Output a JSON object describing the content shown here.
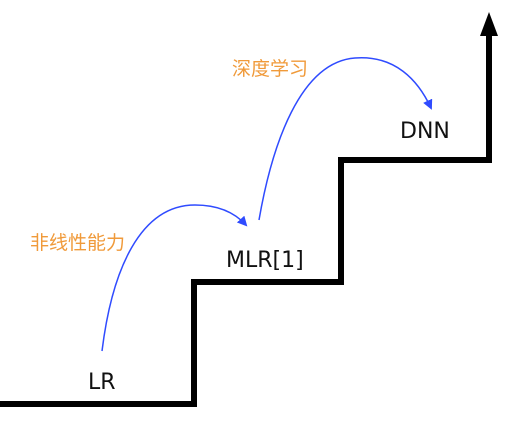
{
  "stages": {
    "lr": "LR",
    "mlr": "MLR[1]",
    "dnn": "DNN"
  },
  "transitions": {
    "nonlinear": "非线性能力",
    "deep": "深度学习"
  },
  "colors": {
    "staircase": "#000000",
    "arc": "#2f4bff",
    "annotation": "#f09a3a",
    "stage_text": "#111111"
  },
  "icons": {
    "axis_arrow": "arrowhead-up-icon",
    "arc_arrow": "arrowhead-icon"
  }
}
